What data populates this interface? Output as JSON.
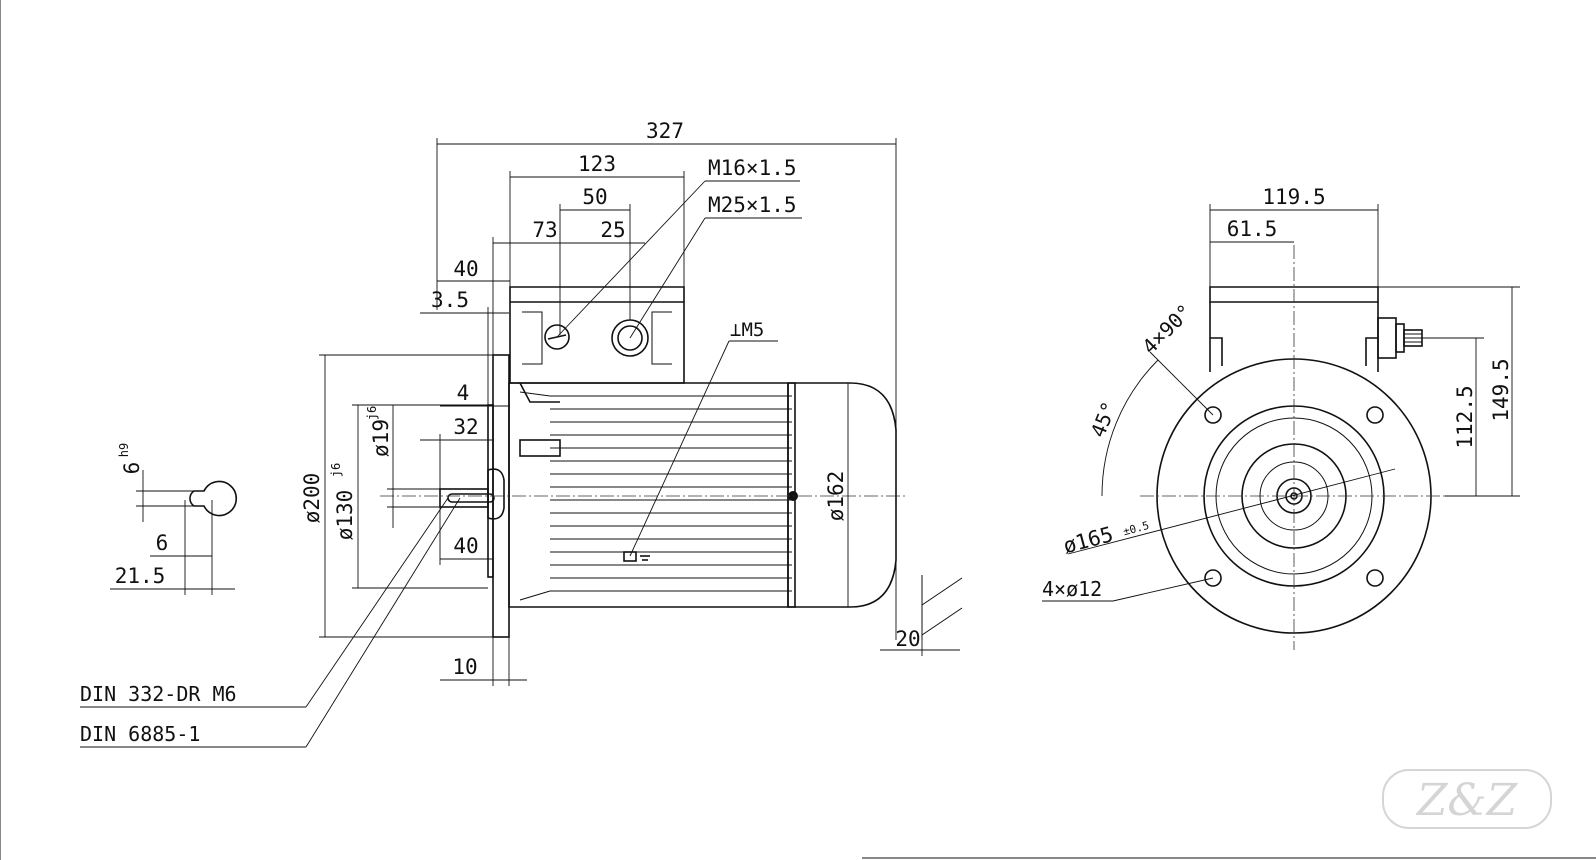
{
  "side_view": {
    "overall_length": "327",
    "terminal_box_length": "123",
    "gland_pitch": "50",
    "gland_offset": "73",
    "gland_spacing": "25",
    "flange_to_box": "40",
    "flange_thickness_small": "3.5",
    "spigot_depth": "4",
    "shaft_dia": "ø19",
    "shaft_tol": "j6",
    "shaft_length": "32",
    "key_length": "40",
    "flange_dia": "ø200",
    "spigot_dia": "ø130",
    "spigot_tol": "j6",
    "body_dia": "ø162",
    "flange_thickness": "10",
    "fan_clearance": "20",
    "earth_thread": "⊥M5",
    "gland_small": "M16×1.5",
    "gland_large": "M25×1.5",
    "standard_centre_hole": "DIN 332-DR M6",
    "standard_key": "DIN 6885-1"
  },
  "key_section": {
    "key_width": "6",
    "key_tol": "h9",
    "key_depth": "6",
    "shaft_height": "21.5"
  },
  "front_view": {
    "box_width": "119.5",
    "box_offset": "61.5",
    "hole_angle": "4×90°",
    "hole_offset_angle": "45°",
    "pitch_dia": "ø165",
    "pitch_tol": "±0.5",
    "holes": "4×ø12",
    "height_shaft": "112.5",
    "height_total": "149.5"
  },
  "logo": {
    "text": "Z&Z"
  },
  "icons": [
    "earth-symbol-icon",
    "cable-gland-icon",
    "logo-icon"
  ]
}
